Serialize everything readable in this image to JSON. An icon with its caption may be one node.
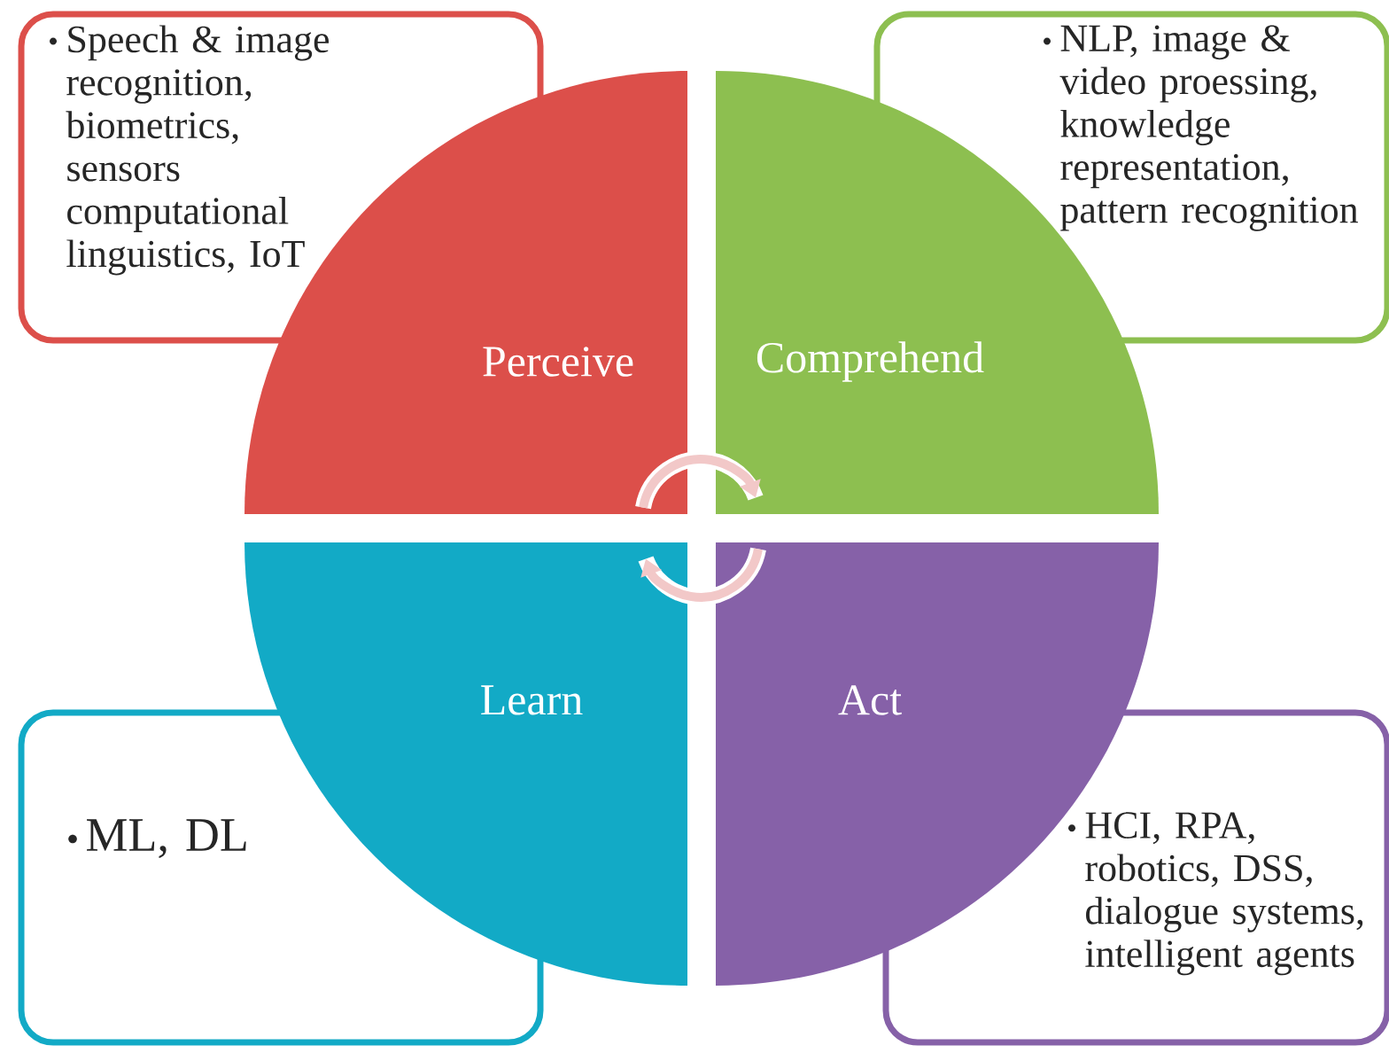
{
  "diagram": {
    "nodes": [
      {
        "text": [
          "Speech & image recognition, biometrics, sensors computational linguistics, IoT"
        ]
      },
      {
        "text": [
          "NLP, image & video proessing, knowledge representation, pattern recognition"
        ]
      },
      {
        "text": [
          "Perceive"
        ]
      },
      {
        "text": [
          "Comprehend"
        ]
      },
      {
        "text": [
          "Learn"
        ]
      },
      {
        "text": [
          "Act"
        ]
      },
      {
        "text": [
          "ML, DL"
        ]
      },
      {
        "text": [
          "HCI, RPA, robotics, DSS, dialogue systems, intelligent agents"
        ]
      }
    ],
    "edges": [
      {
        "from": 2,
        "to": 3,
        "arrow": "to"
      },
      {
        "from": 5,
        "to": 4,
        "arrow": "to"
      }
    ]
  }
}
